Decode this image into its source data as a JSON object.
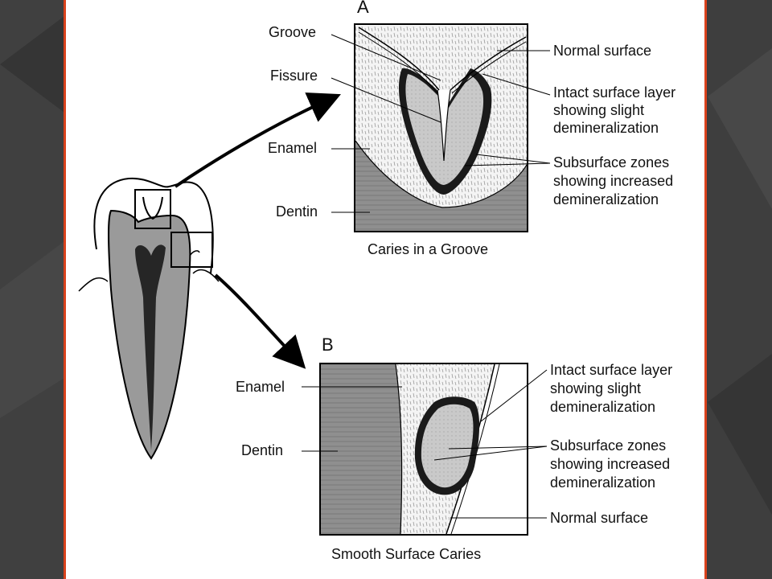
{
  "theme": {
    "background": "#3c3c3c",
    "slide_border": "#d9421c",
    "slide_background": "#ffffff"
  },
  "panel_a": {
    "letter": "A",
    "caption": "Caries in a Groove",
    "labels_left": [
      "Groove",
      "Fissure",
      "Enamel",
      "Dentin"
    ],
    "labels_right": [
      [
        "Normal surface"
      ],
      [
        "Intact surface layer",
        "showing slight",
        "demineralization"
      ],
      [
        "Subsurface zones",
        "showing increased",
        "demineralization"
      ]
    ]
  },
  "panel_b": {
    "letter": "B",
    "caption": "Smooth Surface Caries",
    "labels_left": [
      "Enamel",
      "Dentin"
    ],
    "labels_right": [
      [
        "Intact surface layer",
        "showing slight",
        "demineralization"
      ],
      [
        "Subsurface zones",
        "showing increased",
        "demineralization"
      ],
      [
        "Normal surface"
      ]
    ]
  }
}
